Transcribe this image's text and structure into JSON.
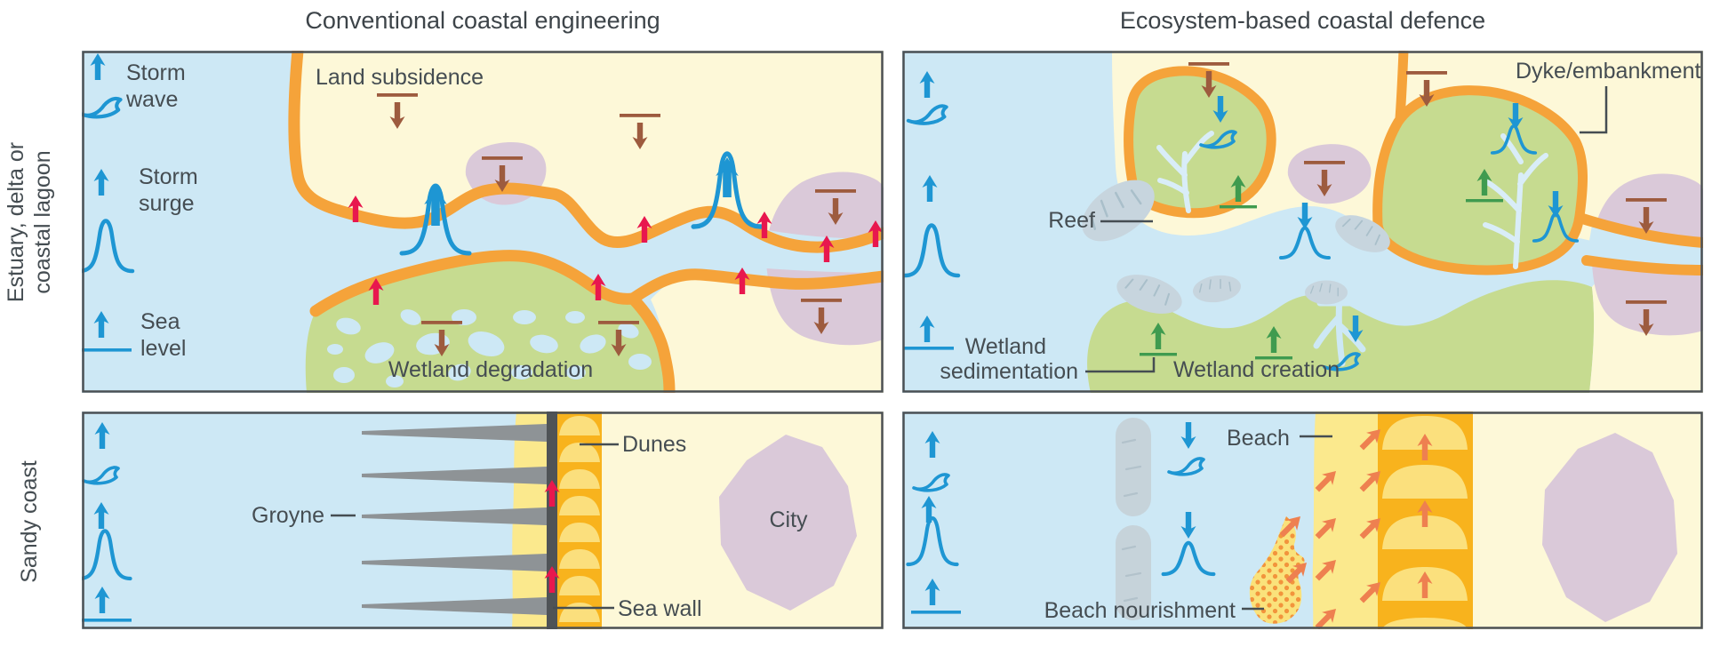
{
  "titles": {
    "left": "Conventional coastal engineering",
    "right": "Ecosystem-based coastal defence"
  },
  "row_labels": {
    "top_line1": "Estuary, delta or",
    "top_line2": "coastal lagoon",
    "bottom": "Sandy coast"
  },
  "legend": {
    "storm_wave_line1": "Storm",
    "storm_wave_line2": "wave",
    "storm_surge_line1": "Storm",
    "storm_surge_line2": "surge",
    "sea_level_line1": "Sea",
    "sea_level_line2": "level"
  },
  "conventional_estuary": {
    "land_subsidence": "Land subsidence",
    "wetland_degradation": "Wetland degradation"
  },
  "ecosystem_estuary": {
    "reef": "Reef",
    "dyke_embankment": "Dyke/embankment",
    "wetland_sedimentation_line1": "Wetland",
    "wetland_sedimentation_line2": "sedimentation",
    "wetland_creation": "Wetland creation"
  },
  "conventional_sandy": {
    "groyne": "Groyne",
    "dunes": "Dunes",
    "sea_wall": "Sea wall",
    "city": "City"
  },
  "ecosystem_sandy": {
    "beach": "Beach",
    "beach_nourishment": "Beach nourishment"
  },
  "colors": {
    "water": "#cde8f5",
    "land": "#fdf8d8",
    "wetland_green": "#c6db90",
    "dyke_orange": "#f5a33a",
    "beach_sand": "#fbe98d",
    "dune_orange": "#f8b31d",
    "dune_light": "#fbdf7d",
    "sea_wall_gray": "#4f5356",
    "groyne_gray": "#8e9396",
    "city_purple": "#dac9d9",
    "reef_gray": "#c7d5de",
    "sea_level_rise_red": "#e8174e",
    "subsidence_brown": "#9d5b3e",
    "accretion_green": "#3f9b4f",
    "hydro_blue": "#1e96d3",
    "sand_transport_orange": "#ee8050",
    "text": "#454d52"
  }
}
